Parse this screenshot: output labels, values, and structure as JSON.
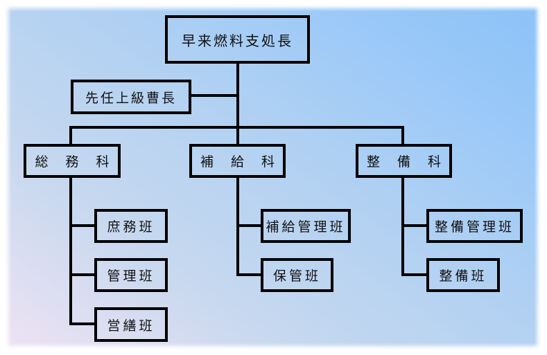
{
  "diagram": {
    "type": "organization-chart",
    "root": {
      "label": "早来燃料支処長"
    },
    "staff": {
      "label": "先任上級曹長"
    },
    "sections": [
      {
        "chars": [
          "総",
          "務",
          "科"
        ],
        "label": "総務科",
        "units": [
          "庶務班",
          "管理班",
          "営繕班"
        ]
      },
      {
        "chars": [
          "補",
          "給",
          "科"
        ],
        "label": "補給科",
        "units": [
          "補給管理班",
          "保管班"
        ]
      },
      {
        "chars": [
          "整",
          "備",
          "科"
        ],
        "label": "整備科",
        "units": [
          "整備管理班",
          "整備班"
        ]
      }
    ],
    "colors": {
      "line": "#000000",
      "text": "#111111",
      "background_light": "#efe3f3",
      "background_blue": "#8ec3f8"
    }
  }
}
